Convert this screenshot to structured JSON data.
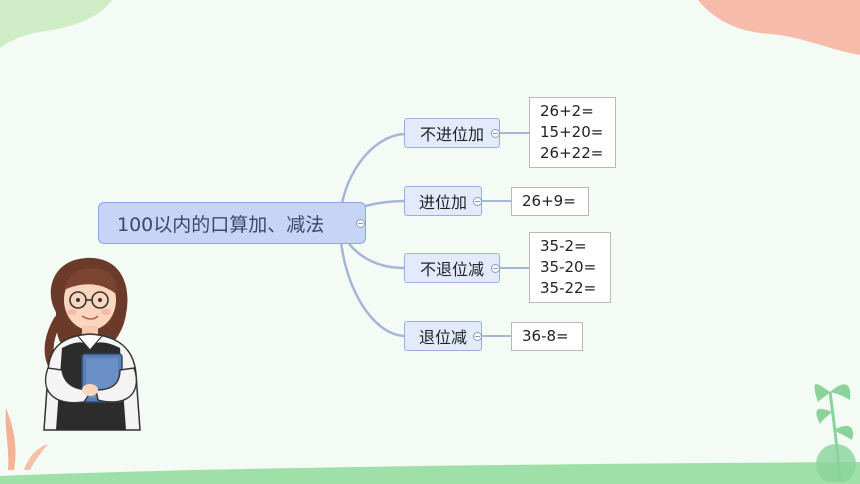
{
  "diagram": {
    "root": {
      "label": "100以内的口算加、减法"
    },
    "branches": [
      {
        "label": "不进位加",
        "items": [
          "26+2=",
          "15+20=",
          "26+22="
        ]
      },
      {
        "label": "进位加",
        "items": [
          "26+9="
        ]
      },
      {
        "label": "不退位减",
        "items": [
          "35-2=",
          "35-20=",
          "35-22="
        ]
      },
      {
        "label": "退位减",
        "items": [
          "36-8="
        ]
      }
    ]
  },
  "colors": {
    "connector": "#a6b6d8",
    "root_fill": "#c6d5f5",
    "branch_fill": "#e2eafb",
    "top_left_blob": "#cfeec8",
    "top_right_blob": "#f6bba9",
    "bottom_band": "#9fe0a8"
  },
  "illustration": {
    "icon": "teacher-holding-book-illustration"
  }
}
